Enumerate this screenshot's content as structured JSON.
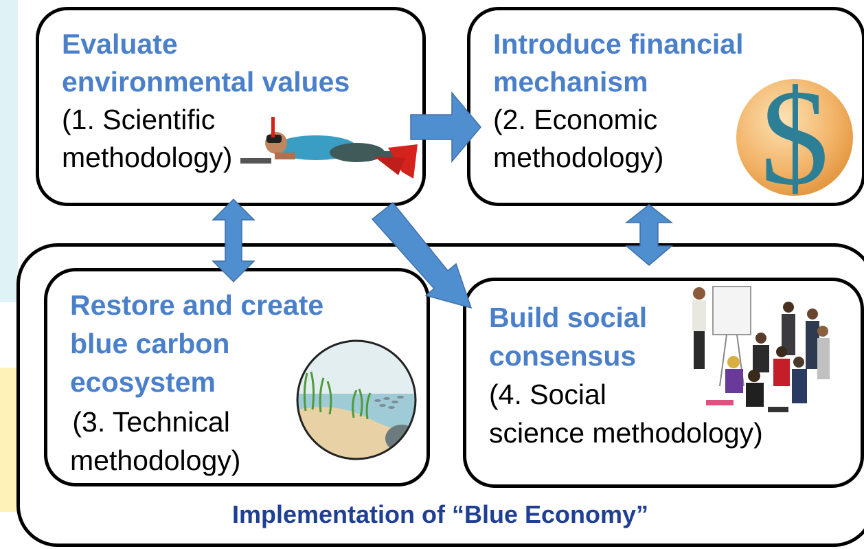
{
  "colors": {
    "title_blue": "#4a7fca",
    "dark_blue": "#1f3f95",
    "arrow_blue": "#4f8fd0"
  },
  "box1": {
    "title_lines": [
      "Evaluate",
      "environmental values"
    ],
    "sub_lines": [
      "(1. Scientific",
      "methodology)"
    ],
    "icon": "diver-icon"
  },
  "box2": {
    "title_lines": [
      "Introduce financial",
      "mechanism"
    ],
    "sub_lines": [
      "(2. Economic",
      "methodology)"
    ],
    "icon": "dollar-coin-icon"
  },
  "box3": {
    "title_lines": [
      "Restore and create",
      "blue carbon",
      "ecosystem"
    ],
    "sub_lines": [
      " (3. Technical",
      "methodology)"
    ],
    "icon": "seagrass-ecosystem-icon"
  },
  "box4": {
    "title_lines": [
      "Build social",
      "consensus"
    ],
    "sub_lines": [
      "(4. Social",
      "science methodology)"
    ],
    "icon": "audience-presentation-icon"
  },
  "footer": "Implementation of “Blue Economy”"
}
